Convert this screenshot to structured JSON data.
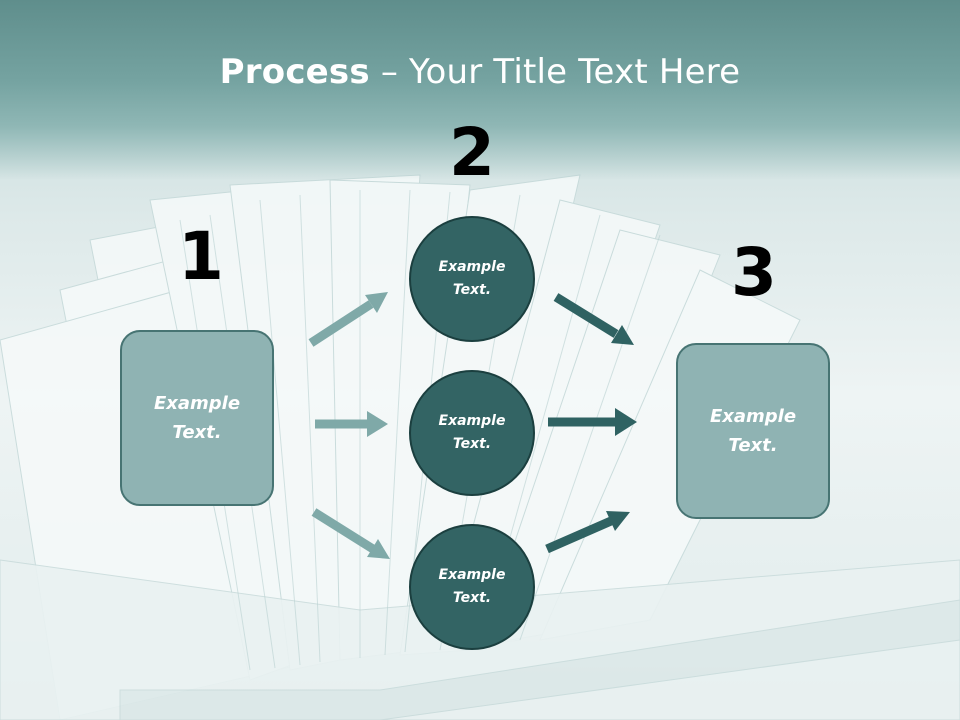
{
  "slide": {
    "title_bold": "Process",
    "title_sep": " – ",
    "title_rest": "Your Title Text Here"
  },
  "steps": {
    "one": {
      "number": "1",
      "line1": "Example",
      "line2": "Text."
    },
    "two": {
      "number": "2",
      "items": [
        {
          "line1": "Example",
          "line2": "Text."
        },
        {
          "line1": "Example",
          "line2": "Text."
        },
        {
          "line1": "Example",
          "line2": "Text."
        }
      ]
    },
    "three": {
      "number": "3",
      "line1": "Example",
      "line2": "Text."
    }
  },
  "colors": {
    "header": "#6a9896",
    "box_fill": "#8fb3b3",
    "circle_fill": "#336464",
    "arrow_light": "#7fa9a8",
    "arrow_dark": "#2f6262"
  }
}
